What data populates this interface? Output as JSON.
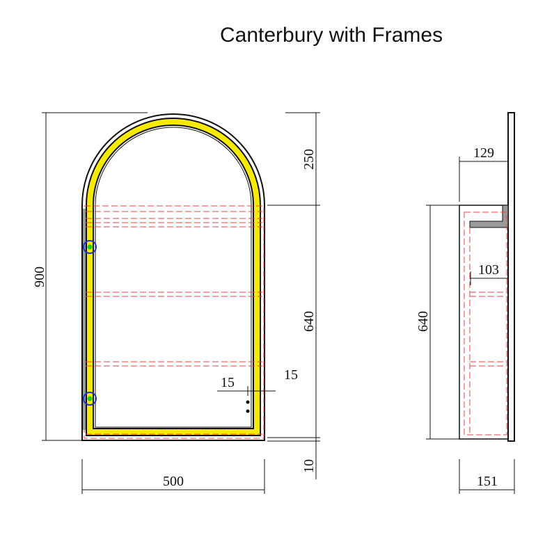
{
  "title": "Canterbury with Frames",
  "dimensions": {
    "height_total": "900",
    "width": "500",
    "arch_height": "250",
    "body_height": "640",
    "bottom_gap": "10",
    "frame_left": "15",
    "frame_right": "15",
    "side_body_height": "640",
    "side_top_depth": "129",
    "side_inner_depth": "103",
    "side_total_depth": "151"
  },
  "colors": {
    "light_strip": "#f5ea00",
    "frame": "#111111",
    "hidden_lines": "#e64545",
    "hinge": "#2233cc",
    "hinge_dot": "#22cc22",
    "side_block": "#9a9a9a"
  }
}
